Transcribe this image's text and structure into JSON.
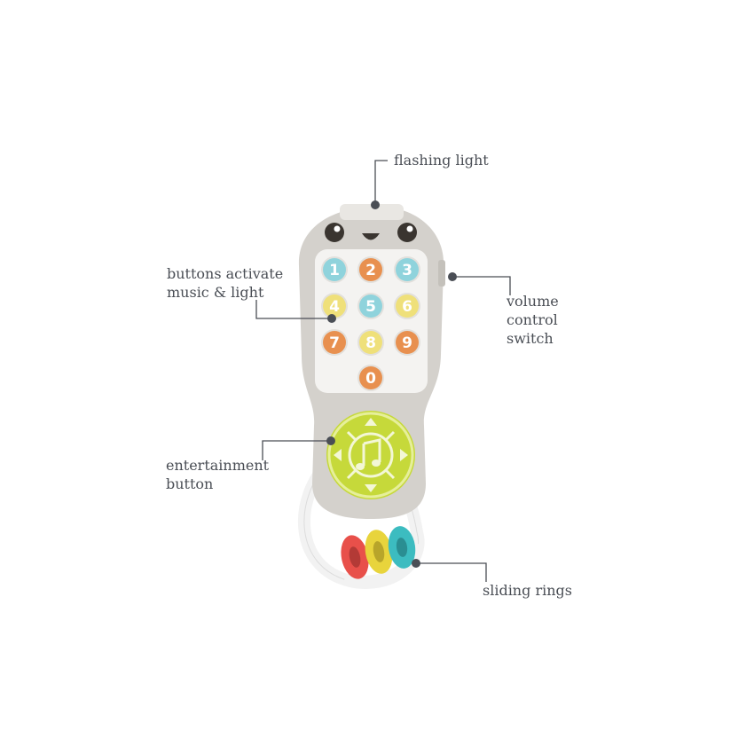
{
  "callouts": {
    "flashing_light": "flashing light",
    "buttons_line1": "buttons activate",
    "buttons_line2": "music & light",
    "volume_line1": "volume",
    "volume_line2": "control",
    "volume_line3": "switch",
    "entertainment_line1": "entertainment",
    "entertainment_line2": "button",
    "sliding_rings": "sliding rings"
  },
  "keypad": [
    "1",
    "2",
    "3",
    "4",
    "5",
    "6",
    "7",
    "8",
    "9",
    "0"
  ],
  "keypad_colors": [
    "#8fd3dc",
    "#e8904f",
    "#8fd3dc",
    "#efe07a",
    "#8fd3dc",
    "#efe07a",
    "#e8904f",
    "#efe07a",
    "#e8904f",
    "#e8904f"
  ],
  "colors": {
    "body": "#d4d1cc",
    "panel": "#f4f3f1",
    "entertainment": "#c6d93a",
    "ring_red": "#e8504a",
    "ring_yellow": "#e8d43c",
    "ring_teal": "#3cbcc0",
    "leader": "#4a4e55"
  }
}
